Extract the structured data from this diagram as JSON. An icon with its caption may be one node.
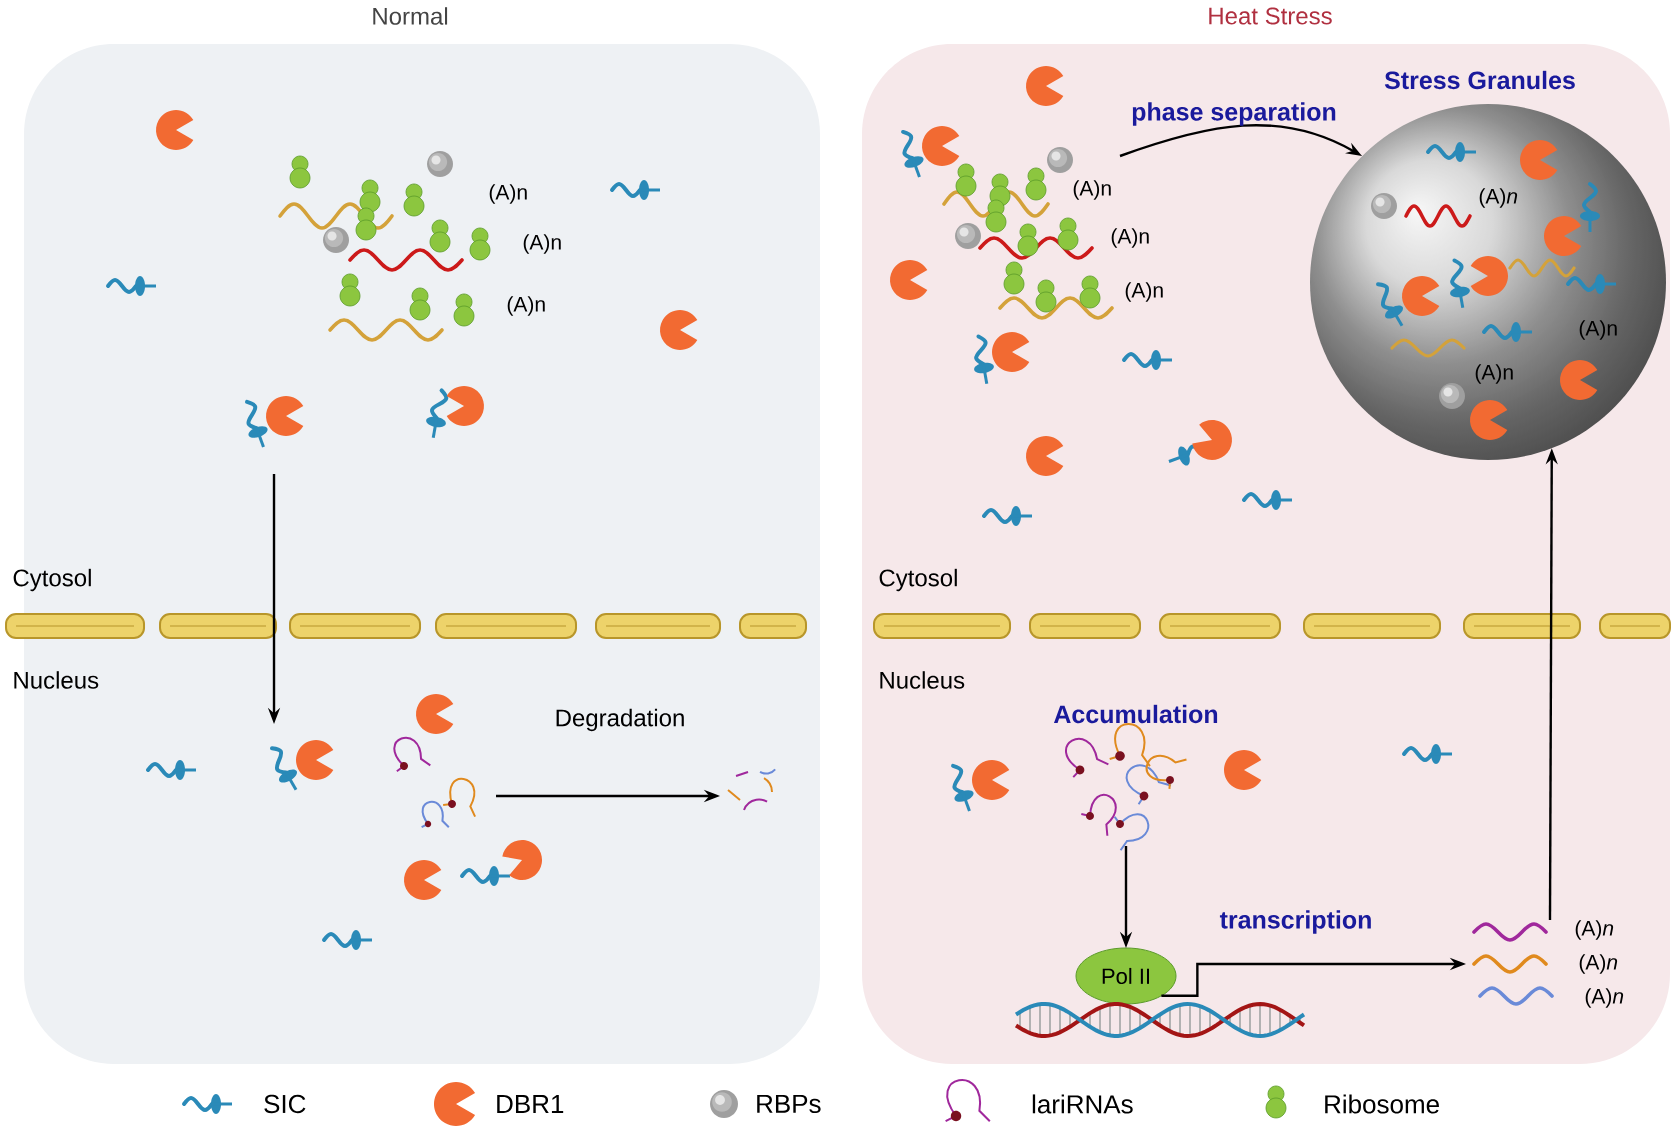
{
  "diagram": {
    "nodes": [
      {
        "text": [
          "Normal"
        ]
      },
      {
        "text": [],
        "shape": "picture",
        "in": 0
      },
      {
        "text": [],
        "shape": "picture",
        "in": 0
      },
      {
        "text": [],
        "shape": "picture",
        "in": 0
      },
      {
        "text": [],
        "shape": "picture",
        "in": 0
      },
      {
        "text": [
          "Heat Stress"
        ]
      },
      {
        "text": [],
        "shape": "picture",
        "in": 5
      },
      {
        "text": [
          "Stress Granules"
        ],
        "in": 5
      },
      {
        "text": [
          "Accumulation"
        ],
        "in": 5
      },
      {
        "text": [
          "Pol II"
        ],
        "in": 5
      },
      {
        "text": [],
        "shape": "picture",
        "in": 5
      }
    ],
    "edges": [
      {
        "from": 1,
        "to": 2,
        "arrow": "to"
      },
      {
        "from": 3,
        "to": 4,
        "arrow": "to",
        "label": "Degradation"
      },
      {
        "from": 6,
        "to": 7,
        "arrow": "to",
        "label": "phase separation"
      },
      {
        "from": 8,
        "to": 9,
        "arrow": "to"
      },
      {
        "from": 9,
        "to": 10,
        "arrow": "to",
        "label": "transcription"
      },
      {
        "from": 10,
        "to": 7,
        "arrow": "to"
      }
    ],
    "labels": [
      "(A)n",
      "(A)n",
      "(A)n",
      "(A)n",
      "(A)n",
      "(A)n",
      "(A)*n*",
      "(A)n",
      "(A)n",
      "Cytosol",
      "Nucleus",
      "Cytosol",
      "Nucleus",
      "(A)*n*",
      "(A)*n*",
      "(A)*n*"
    ],
    "legend": [
      {
        "text": "SIC"
      },
      {
        "text": "DBR1"
      },
      {
        "text": "RBPs"
      },
      {
        "text": "lariRNAs"
      },
      {
        "text": "Ribosome"
      }
    ]
  }
}
